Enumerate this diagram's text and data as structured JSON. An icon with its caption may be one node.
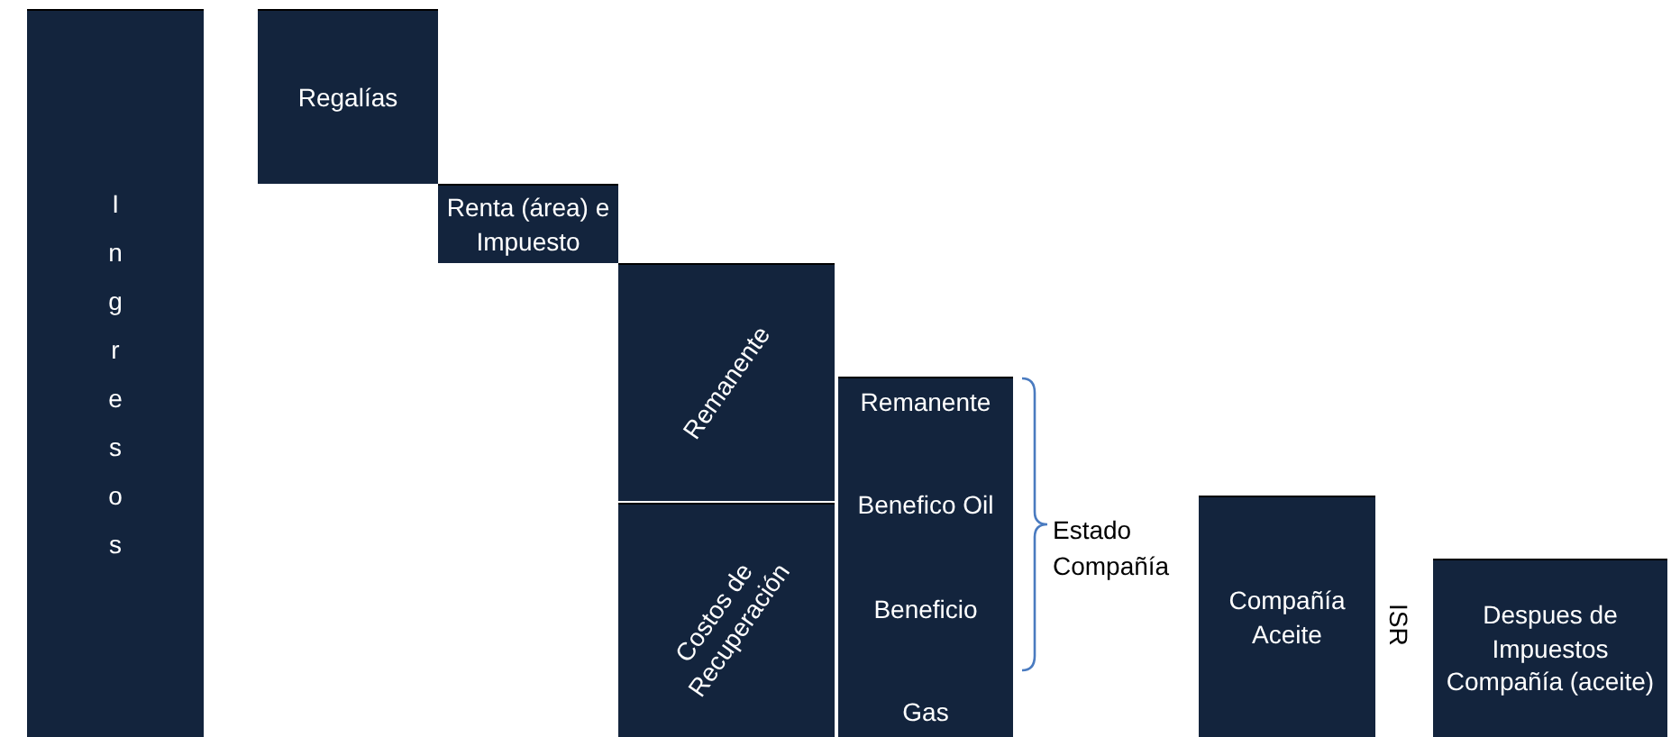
{
  "diagram": {
    "nodes": [
      {
        "text": [
          "Ingresos"
        ]
      },
      {
        "text": [
          "Regalías"
        ]
      },
      {
        "text": [
          "Renta (área) e Impuesto"
        ]
      },
      {
        "text": [
          "Remanente"
        ]
      },
      {
        "text": [
          "Costos de Recuperación"
        ]
      },
      {
        "text": [
          "Remanente",
          "Benefico Oil",
          "Beneficio",
          "Gas"
        ]
      },
      {
        "text": [
          "Compañía Aceite"
        ]
      },
      {
        "text": [
          "Despues de Impuestos Compañía (aceite)"
        ]
      }
    ],
    "labels": [
      "Estado Compañía",
      "ISR"
    ]
  }
}
